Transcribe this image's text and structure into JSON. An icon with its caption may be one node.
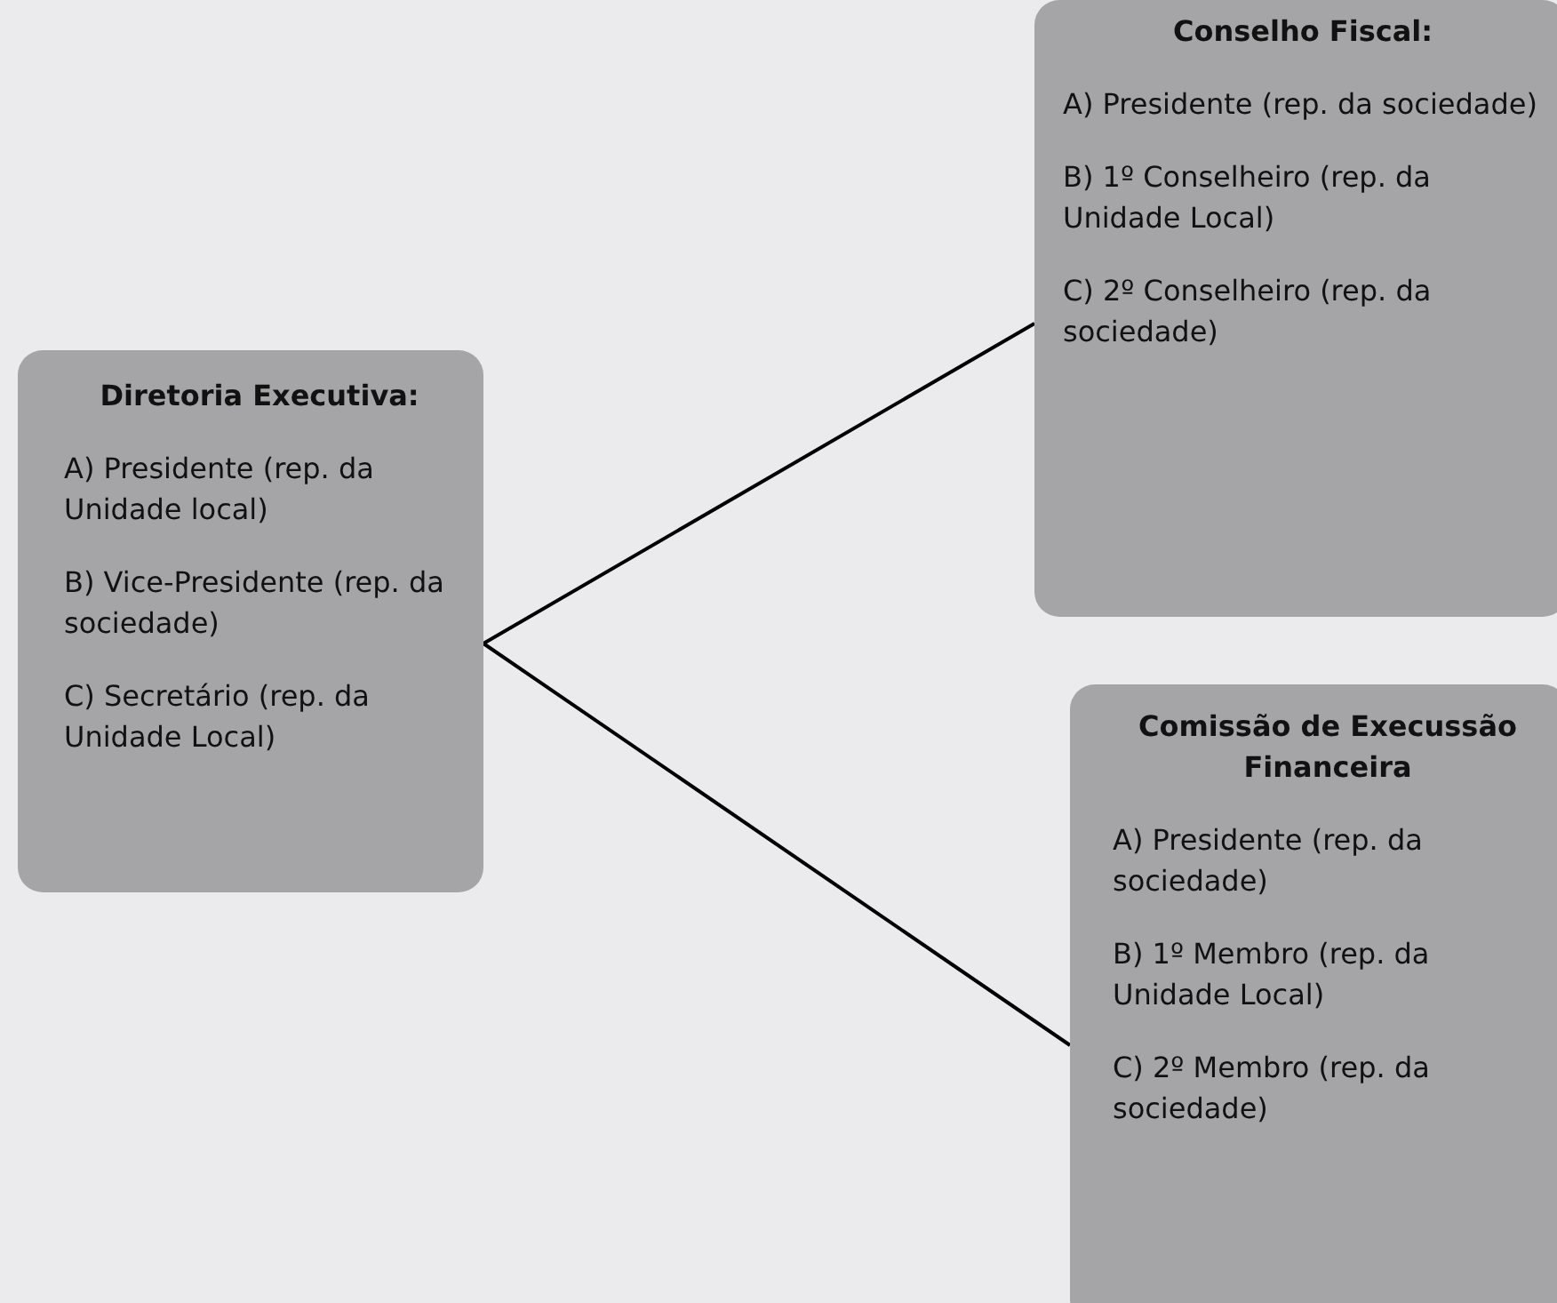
{
  "diagram": {
    "nodes": [
      {
        "text": [
          "Diretoria Executiva:",
          "A) Presidente (rep. da Unidade local)",
          "B) Vice-Presidente (rep. da sociedade)",
          "C) Secretário (rep. da Unidade Local)"
        ]
      },
      {
        "text": [
          "Conselho Fiscal:",
          "A) Presidente (rep. da sociedade)",
          "B) 1º Conselheiro (rep. da Unidade Local)",
          "C) 2º Conselheiro (rep. da sociedade)"
        ]
      },
      {
        "text": [
          "Comissão de Execussão Financeira",
          "A) Presidente (rep. da sociedade)",
          "B) 1º Membro (rep. da Unidade Local)",
          "C) 2º Membro (rep. da sociedade)"
        ]
      }
    ],
    "edges": [
      {
        "from": 0,
        "to": 1,
        "arrow": "none"
      },
      {
        "from": 0,
        "to": 2,
        "arrow": "none"
      }
    ]
  }
}
